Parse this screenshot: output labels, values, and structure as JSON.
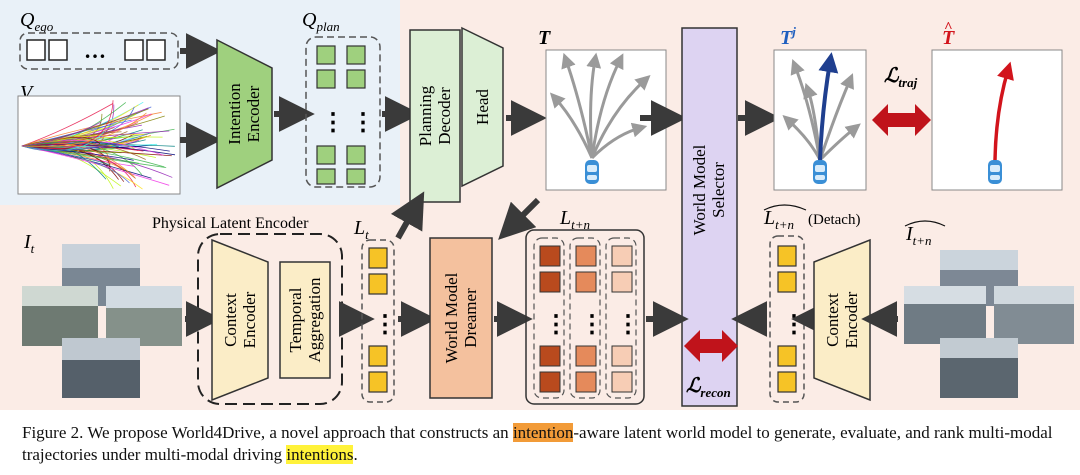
{
  "labels": {
    "q_ego": "Q",
    "q_ego_sub": "ego",
    "v": "V",
    "q_plan": "Q",
    "q_plan_sub": "plan",
    "intention_encoder": [
      "Intention",
      "Encoder"
    ],
    "planning_decoder": [
      "Planning",
      "Decoder"
    ],
    "head": "Head",
    "t": "T",
    "world_model_selector": [
      "World Model",
      "Selector"
    ],
    "tj": "T",
    "tj_sup": "j",
    "t_hat": "T",
    "l_traj": "ℒ",
    "l_traj_sub": "traj",
    "l_recon": "ℒ",
    "l_recon_sub": "recon",
    "physical_latent_encoder": "Physical Latent Encoder",
    "it": "I",
    "it_sub": "t",
    "context_encoder": [
      "Context",
      "Encoder"
    ],
    "temporal_aggregation": [
      "Temporal",
      "Aggregation"
    ],
    "lt": "L",
    "lt_sub": "t",
    "world_model_dreamer": [
      "World Model",
      "Dreamer"
    ],
    "ltn": "L",
    "ltn_sub": "t+n",
    "ltn_hat": "L",
    "ltn_hat_sub": "t+n",
    "detach": "(Detach)",
    "itn_hat": "I",
    "itn_hat_sub": "t+n",
    "context_encoder_right": [
      "Context",
      "Encoder"
    ],
    "ellipsis": "…",
    "vdots": "⋮"
  },
  "colors": {
    "top_left_bg": "#e9f1f8",
    "top_right_bg": "#fbece6",
    "bottom_bg": "#fbece6",
    "green_fill": "#9fd07e",
    "green_light": "#dcefd5",
    "yellow_fill": "#f6c326",
    "cream_fill": "#fbedc7",
    "orange_fill": "#f4c19e",
    "selector_fill": "#ddd3f2",
    "red_arrow": "#c0131b",
    "blue_traj": "#1f3f8f",
    "red_traj": "#d2141c"
  },
  "caption": {
    "prefix": "Figure 2. We propose World4Drive, a novel approach that constructs an ",
    "hl1": "intention",
    "mid": "-aware latent world model to generate, evaluate, and rank multi-modal trajectories under multi-modal driving ",
    "hl2": "intentions",
    "suffix": "."
  }
}
